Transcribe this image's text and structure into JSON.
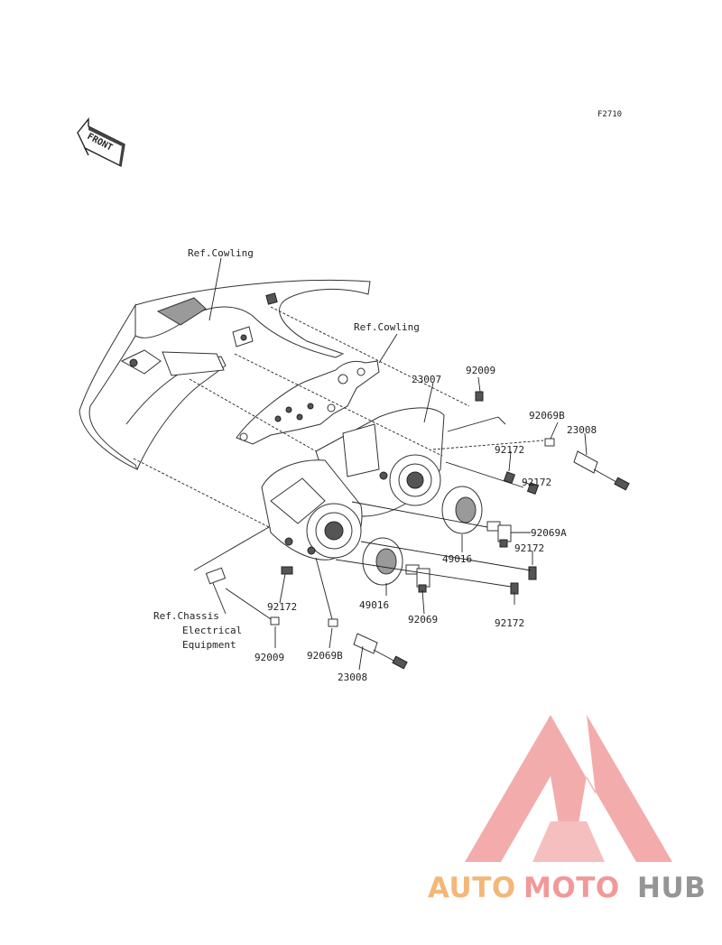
{
  "figure_code": "F2710",
  "front_arrow_text": "FRONT",
  "labels": {
    "ref_cowling_top": "Ref.Cowling",
    "ref_cowling_mid": "Ref.Cowling",
    "p23007": "23007",
    "p92009_top": "92009",
    "p92069B_top": "92069B",
    "p23008_top": "23008",
    "p92172_a": "92172",
    "p92172_b": "92172",
    "p92069A": "92069A",
    "p92172_c": "92172",
    "p49016_right": "49016",
    "p92172_d": "92172",
    "p49016_left": "49016",
    "p92069": "92069",
    "p92172_left": "92172",
    "ref_chassis_1": "Ref.Chassis",
    "ref_chassis_2": "Electrical",
    "ref_chassis_3": "Equipment",
    "p92009_bottom": "92009",
    "p92069B_bottom": "92069B",
    "p23008_bottom": "23008"
  },
  "watermark": {
    "part1": "AUTO",
    "part2": "MOTO",
    "part3": "HUB",
    "color_auto": "#f2b06a",
    "color_moto": "#f08f8f",
    "color_hub": "#8a8a8a"
  }
}
